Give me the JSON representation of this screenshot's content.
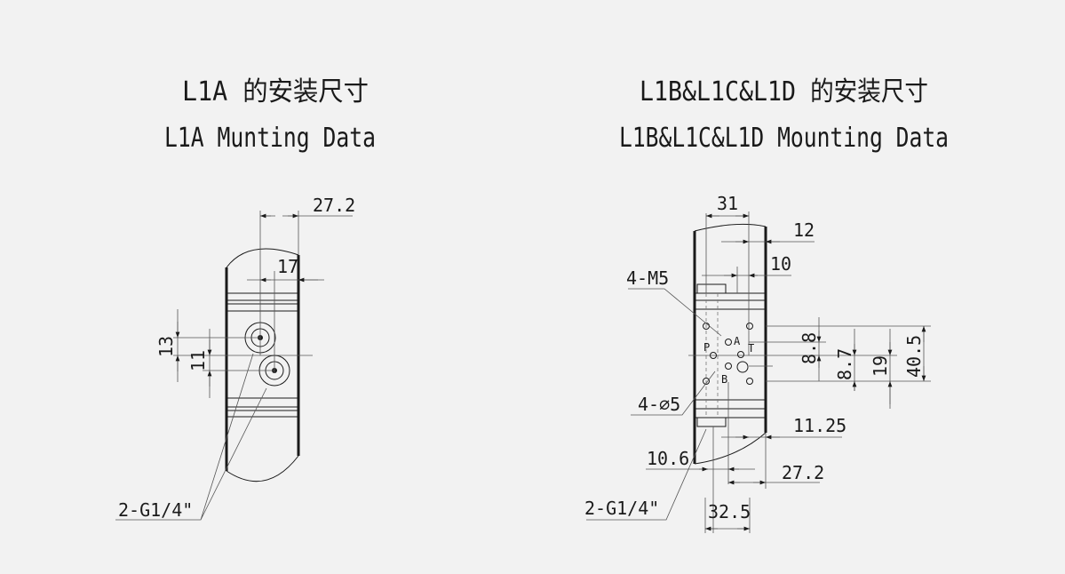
{
  "left": {
    "title_cn": "L1A 的安装尺寸",
    "title_en": "L1A Munting Data",
    "dims": {
      "d27_2": "27.2",
      "d17": "17",
      "d13": "13",
      "d11": "11"
    },
    "port_label": "2-G1/4\""
  },
  "right": {
    "title_cn": "L1B&L1C&L1D 的安装尺寸",
    "title_en": "L1B&L1C&L1D Mounting Data",
    "dims": {
      "d31": "31",
      "d12": "12",
      "d10": "10",
      "d8_8": "8.8",
      "d8_7": "8.7",
      "d19": "19",
      "d40_5": "40.5",
      "d11_25": "11.25",
      "d10_6": "10.6",
      "d27_2": "27.2",
      "d32_5": "32.5"
    },
    "screw_label": "4-M5",
    "hole_label": "4-∅5",
    "port_label": "2-G1/4\"",
    "ports": {
      "a": "A",
      "b": "B",
      "p": "P",
      "t": "T"
    }
  }
}
